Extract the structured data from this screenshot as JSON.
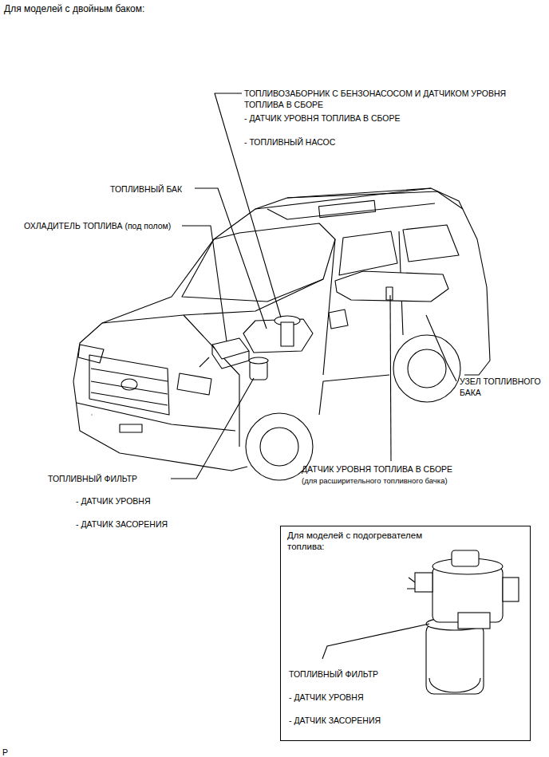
{
  "diagram": {
    "title": "Для моделей с двойным баком:",
    "nodes": [
      {
        "text": [
          "Для моделей с подогревателем топлива:",
          "ТОПЛИВНЫЙ ФИЛЬТР",
          "- ДАТЧИК УРОВНЯ",
          "- ДАТЧИК ЗАСОРЕНИЯ"
        ]
      }
    ],
    "labels": [
      "ТОПЛИВОЗАБОРНИК С БЕНЗОНАСОСОМ И ДАТЧИКОМ УРОВНЯ ТОПЛИВА В СБОРЕ",
      "- ДАТЧИК УРОВНЯ ТОПЛИВА В СБОРЕ",
      "- ТОПЛИВНЫЙ НАСОС",
      "ТОПЛИВНЫЙ БАК",
      "ОХЛАДИТЕЛЬ ТОПЛИВА (под полом)",
      "УЗЕЛ ТОПЛИВНОГО БАКА",
      "ДАТЧИК УРОВНЯ ТОПЛИВА В СБОРЕ",
      "(для расширительного топливного бачка)",
      "ТОПЛИВНЫЙ ФИЛЬТР",
      "- ДАТЧИК УРОВНЯ",
      "- ДАТЧИК ЗАСОРЕНИЯ",
      "P"
    ]
  }
}
